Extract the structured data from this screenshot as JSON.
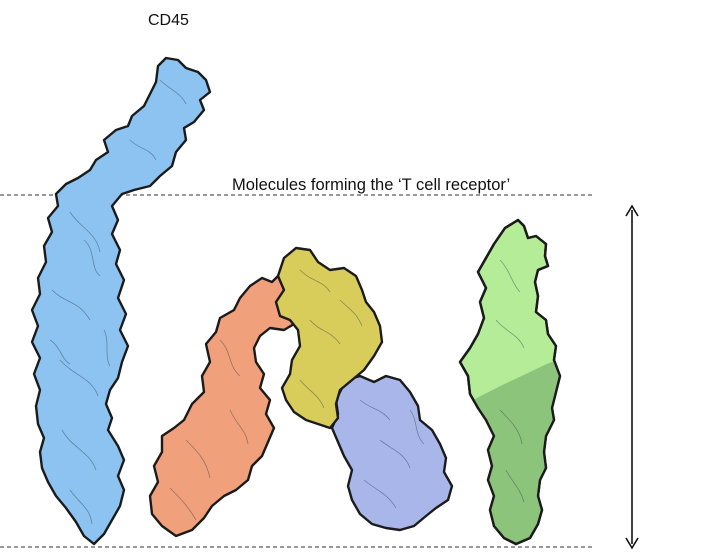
{
  "labels": {
    "cd45": "CD45",
    "tcr": "Molecules forming the ‘T cell receptor’"
  },
  "molecules": [
    {
      "name": "CD45",
      "color": "#8cc3f0"
    },
    {
      "name": "orange-chain",
      "color": "#f0a07a"
    },
    {
      "name": "yellow-chain",
      "color": "#d8cc5a"
    },
    {
      "name": "lavender-chain",
      "color": "#a9b6ea"
    },
    {
      "name": "light-green-chain",
      "color": "#b4ec98"
    },
    {
      "name": "dark-green-chain",
      "color": "#8cc47c"
    }
  ],
  "guides": {
    "line_color": "#333333"
  }
}
